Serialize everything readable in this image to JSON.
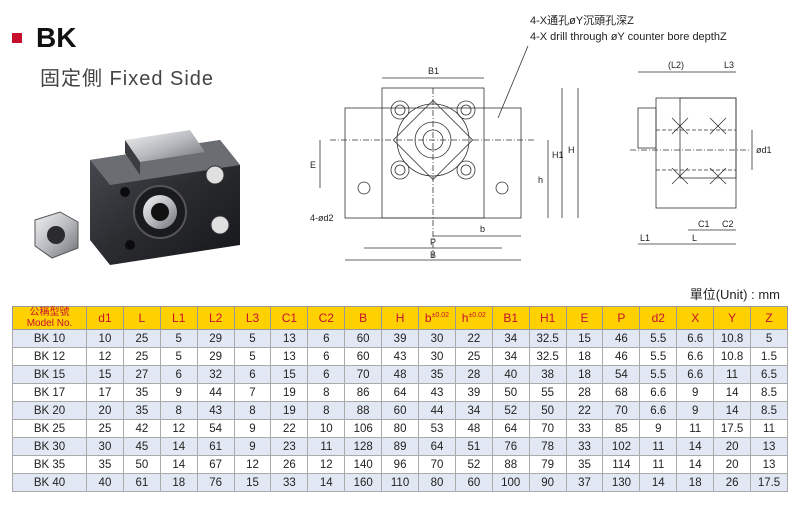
{
  "header": {
    "title": "BK",
    "subtitle": "固定側 Fixed Side"
  },
  "drawing": {
    "note_cn": "4-X通孔øY沉頭孔深Z",
    "note_en": "4-X drill through øY counter bore depthZ",
    "labels": {
      "B1": "B1",
      "E": "E",
      "d2": "4-ød2",
      "b": "b",
      "h": "h",
      "H1": "H1",
      "H": "H",
      "P": "P",
      "B": "B",
      "L2": "(L2)",
      "L3": "L3",
      "d1": "ød1",
      "C1": "C1",
      "C2": "C2",
      "L1": "L1",
      "L": "L"
    }
  },
  "unit_label": "單位(Unit) : mm",
  "table": {
    "model_header_cn": "公稱型號",
    "model_header_en": "Model No.",
    "columns": [
      "d1",
      "L",
      "L1",
      "L2",
      "L3",
      "C1",
      "C2",
      "B",
      "H",
      "b",
      "h",
      "B1",
      "H1",
      "E",
      "P",
      "d2",
      "X",
      "Y",
      "Z"
    ],
    "tolerance": "±0.02",
    "rows": [
      [
        "BK 10",
        "10",
        "25",
        "5",
        "29",
        "5",
        "13",
        "6",
        "60",
        "39",
        "30",
        "22",
        "34",
        "32.5",
        "15",
        "46",
        "5.5",
        "6.6",
        "10.8",
        "5"
      ],
      [
        "BK 12",
        "12",
        "25",
        "5",
        "29",
        "5",
        "13",
        "6",
        "60",
        "43",
        "30",
        "25",
        "34",
        "32.5",
        "18",
        "46",
        "5.5",
        "6.6",
        "10.8",
        "1.5"
      ],
      [
        "BK 15",
        "15",
        "27",
        "6",
        "32",
        "6",
        "15",
        "6",
        "70",
        "48",
        "35",
        "28",
        "40",
        "38",
        "18",
        "54",
        "5.5",
        "6.6",
        "11",
        "6.5"
      ],
      [
        "BK 17",
        "17",
        "35",
        "9",
        "44",
        "7",
        "19",
        "8",
        "86",
        "64",
        "43",
        "39",
        "50",
        "55",
        "28",
        "68",
        "6.6",
        "9",
        "14",
        "8.5"
      ],
      [
        "BK 20",
        "20",
        "35",
        "8",
        "43",
        "8",
        "19",
        "8",
        "88",
        "60",
        "44",
        "34",
        "52",
        "50",
        "22",
        "70",
        "6.6",
        "9",
        "14",
        "8.5"
      ],
      [
        "BK 25",
        "25",
        "42",
        "12",
        "54",
        "9",
        "22",
        "10",
        "106",
        "80",
        "53",
        "48",
        "64",
        "70",
        "33",
        "85",
        "9",
        "11",
        "17.5",
        "11"
      ],
      [
        "BK 30",
        "30",
        "45",
        "14",
        "61",
        "9",
        "23",
        "11",
        "128",
        "89",
        "64",
        "51",
        "76",
        "78",
        "33",
        "102",
        "11",
        "14",
        "20",
        "13"
      ],
      [
        "BK 35",
        "35",
        "50",
        "14",
        "67",
        "12",
        "26",
        "12",
        "140",
        "96",
        "70",
        "52",
        "88",
        "79",
        "35",
        "114",
        "11",
        "14",
        "20",
        "13"
      ],
      [
        "BK 40",
        "40",
        "61",
        "18",
        "76",
        "15",
        "33",
        "14",
        "160",
        "110",
        "80",
        "60",
        "100",
        "90",
        "37",
        "130",
        "14",
        "18",
        "26",
        "17.5"
      ]
    ]
  }
}
